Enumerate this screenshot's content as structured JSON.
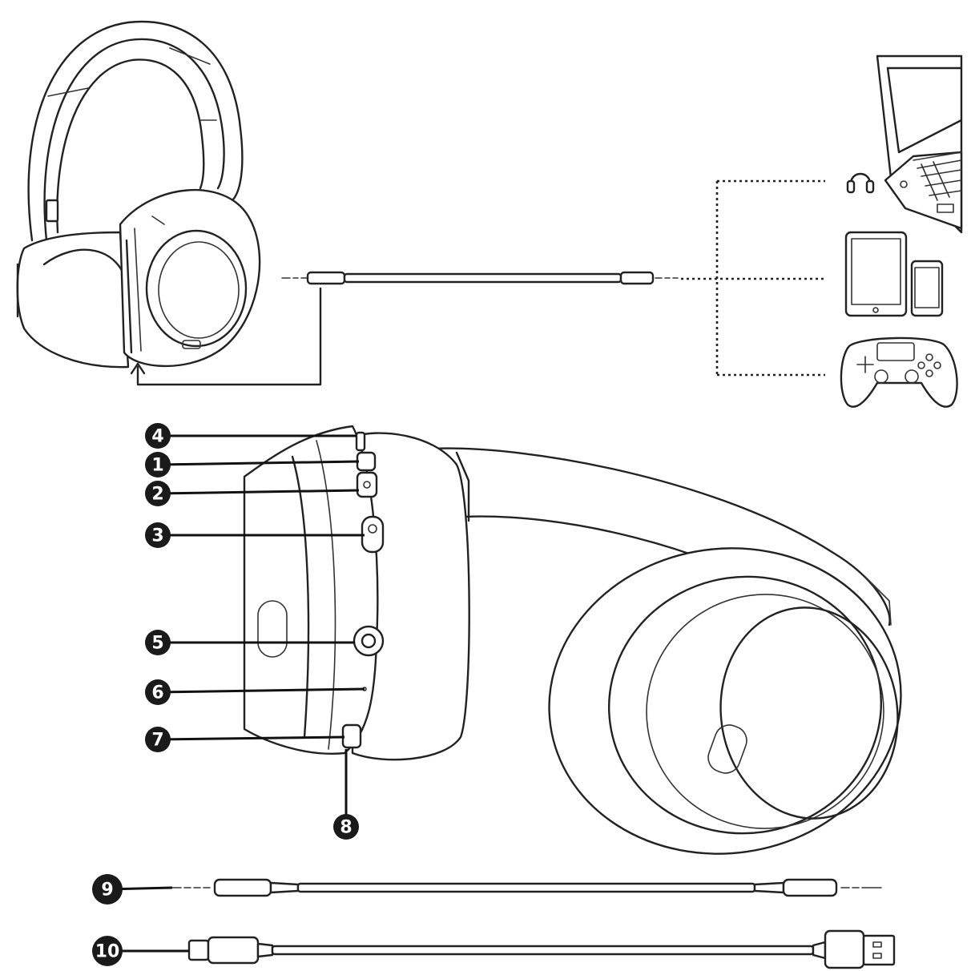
{
  "callouts": {
    "c1": "1",
    "c2": "2",
    "c3": "3",
    "c4": "4",
    "c5": "5",
    "c6": "6",
    "c7": "7",
    "c8": "8",
    "c9": "9",
    "c10": "10"
  },
  "icons": {
    "headphones_top": "headphones-illustration",
    "laptop": "laptop-icon",
    "tablet": "tablet-icon",
    "phone": "phone-icon",
    "gamepad": "gamepad-icon",
    "headset_small": "headset-icon",
    "aux_cable": "aux-cable",
    "usb_cable": "usb-c-cable"
  },
  "colors": {
    "line": "#222222",
    "badge": "#1a1a1a",
    "badge_text": "#ffffff"
  }
}
